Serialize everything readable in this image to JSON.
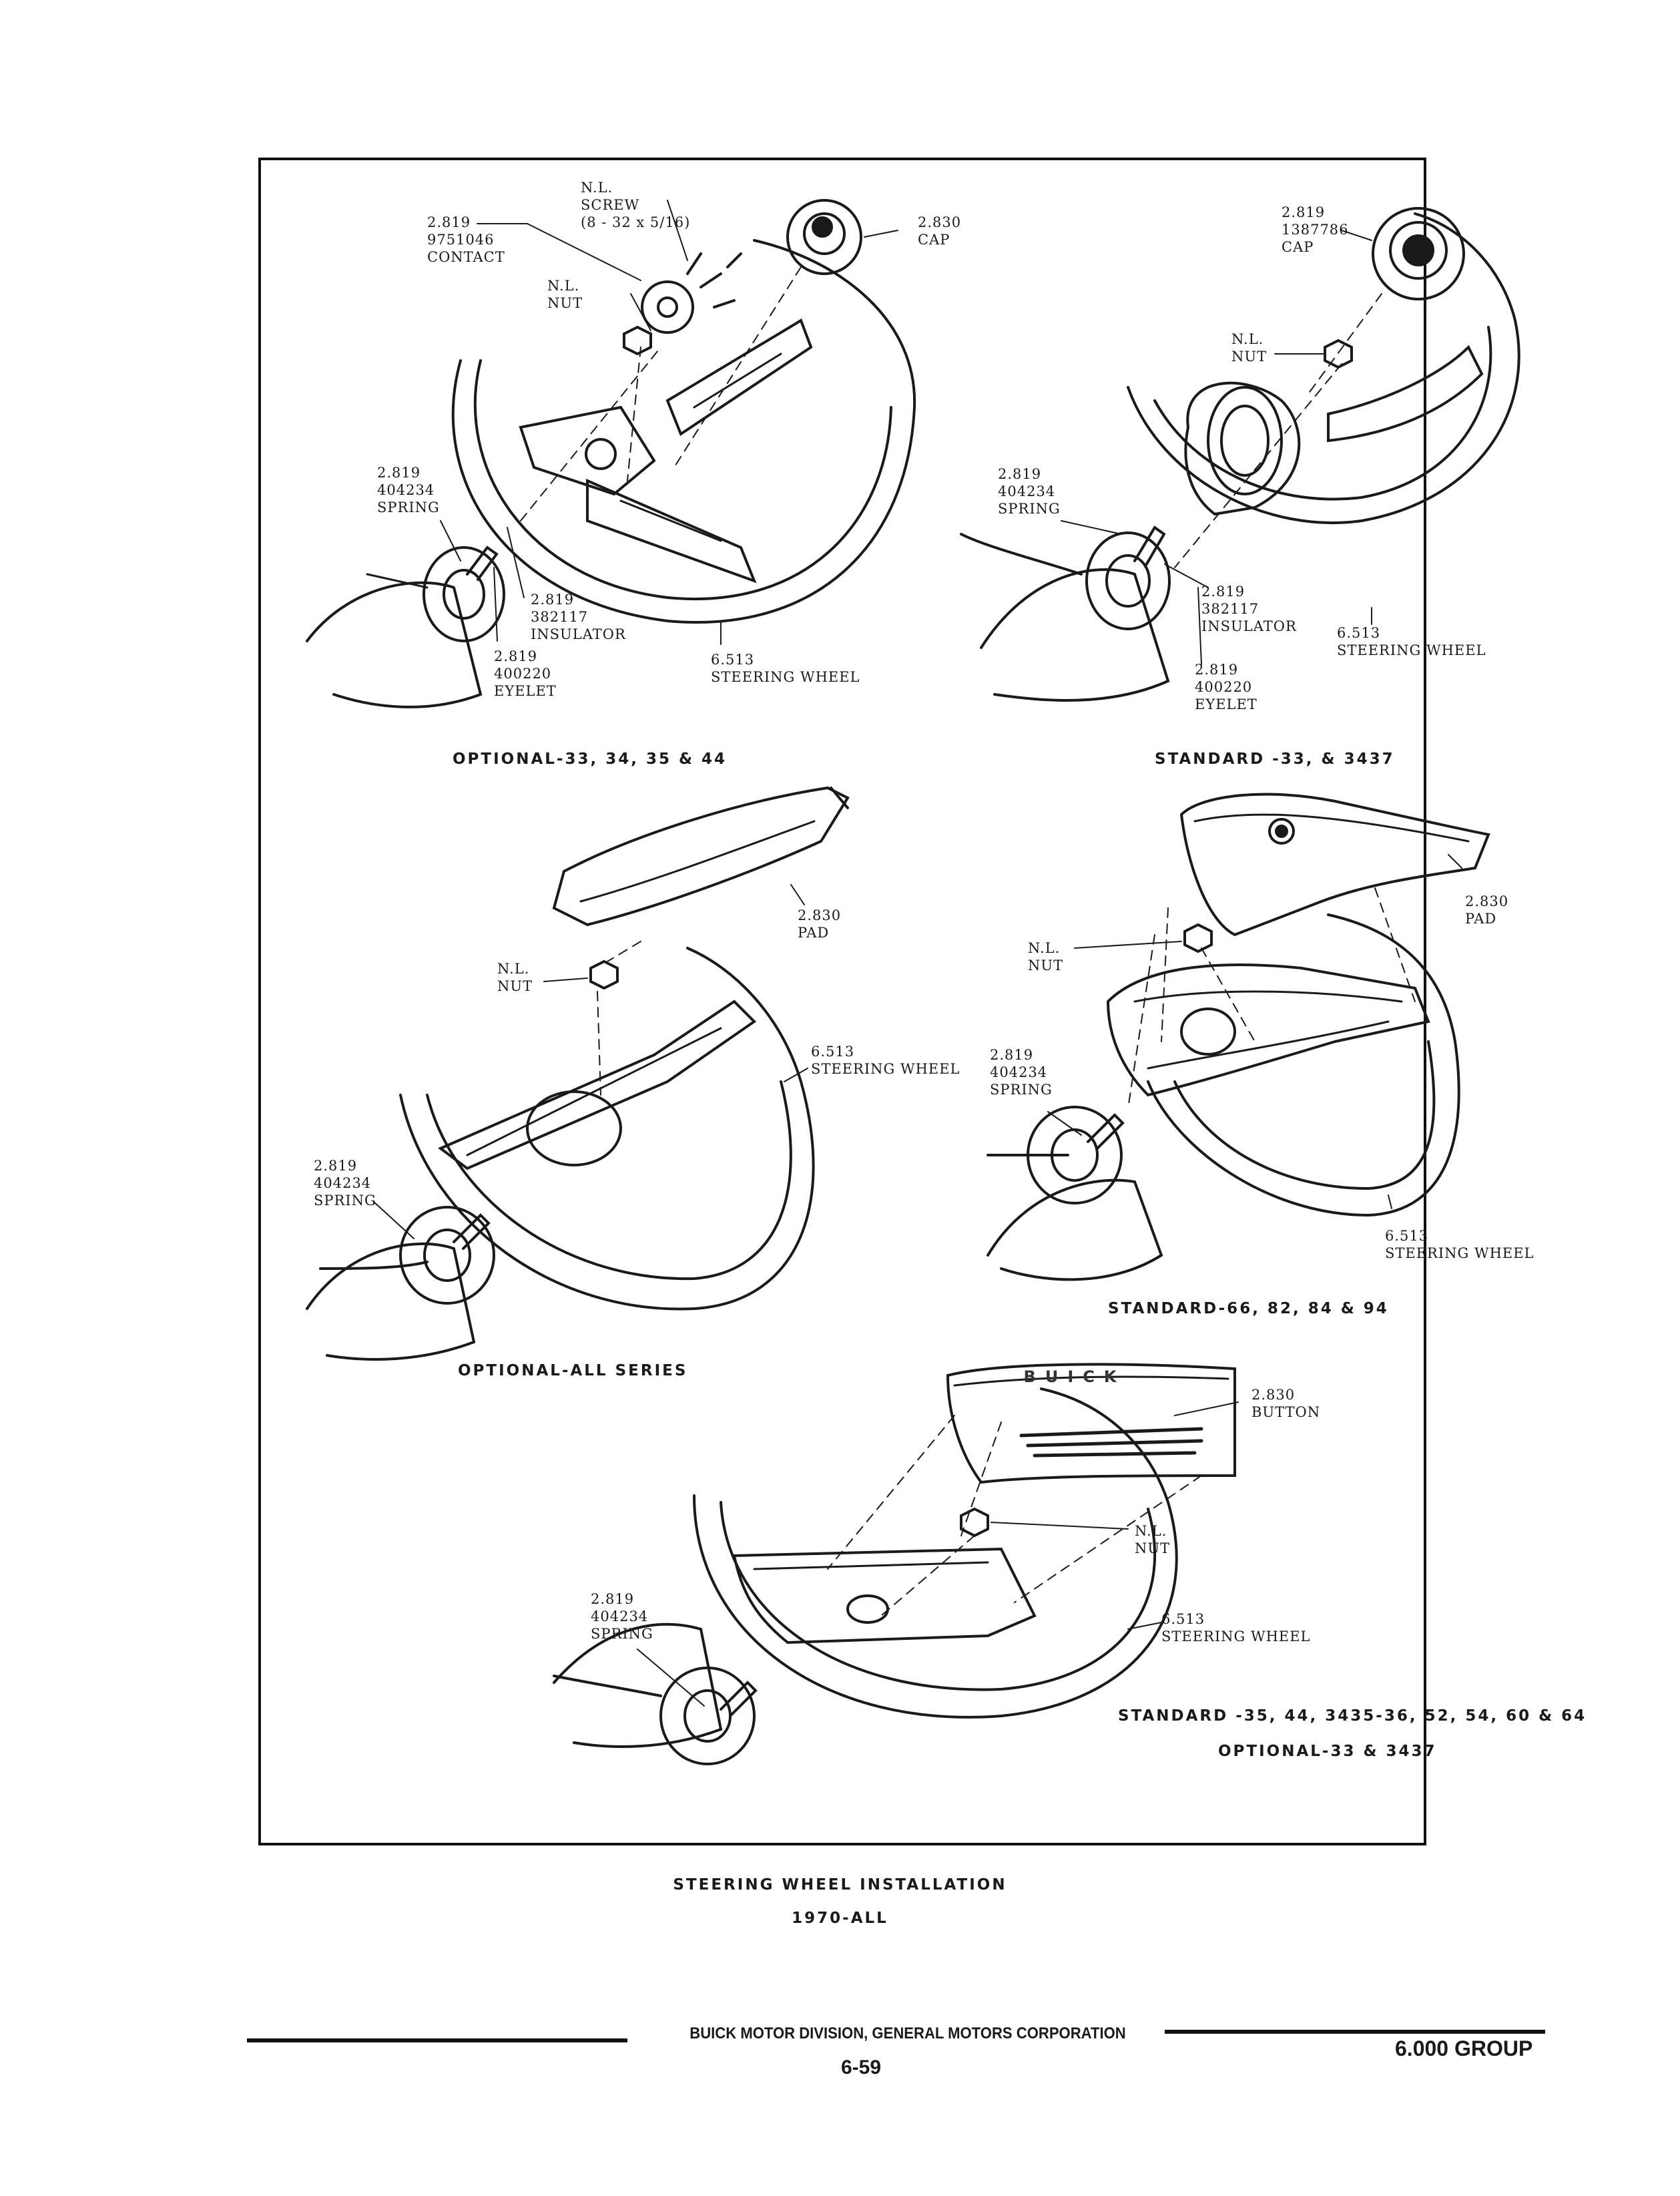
{
  "panels": [
    {
      "caption": "OPTIONAL-33, 34, 35 & 44",
      "labels": [
        {
          "text": "N.L.\nSCREW\n(8 - 32 x 5/16)"
        },
        {
          "text": "2.819\n9751046\nCONTACT"
        },
        {
          "text": "N.L.\nNUT"
        },
        {
          "text": "2.830\nCAP"
        },
        {
          "text": "2.819\n404234\nSPRING"
        },
        {
          "text": "2.819\n382117\nINSULATOR"
        },
        {
          "text": "2.819\n400220\nEYELET"
        },
        {
          "text": "6.513\nSTEERING WHEEL"
        }
      ]
    },
    {
      "caption": "STANDARD -33, & 3437",
      "labels": [
        {
          "text": "2.819\n1387786\nCAP"
        },
        {
          "text": "N.L.\nNUT"
        },
        {
          "text": "2.819\n404234\nSPRING"
        },
        {
          "text": "2.819\n382117\nINSULATOR"
        },
        {
          "text": "6.513\nSTEERING WHEEL"
        },
        {
          "text": "2.819\n400220\nEYELET"
        }
      ]
    },
    {
      "caption": "OPTIONAL-ALL SERIES",
      "labels": [
        {
          "text": "2.830\nPAD"
        },
        {
          "text": "N.L.\nNUT"
        },
        {
          "text": "6.513\nSTEERING WHEEL"
        },
        {
          "text": "2.819\n404234\nSPRING"
        }
      ]
    },
    {
      "caption": "STANDARD-66, 82, 84 & 94",
      "labels": [
        {
          "text": "2.830\nPAD"
        },
        {
          "text": "N.L.\nNUT"
        },
        {
          "text": "2.819\n404234\nSPRING"
        },
        {
          "text": "6.513\nSTEERING WHEEL"
        }
      ]
    },
    {
      "caption": "STANDARD -35, 44, 3435-36, 52, 54, 60 & 64",
      "caption2": "OPTIONAL-33 & 3437",
      "labels": [
        {
          "text": "2.830\nBUTTON"
        },
        {
          "text": "N.L.\nNUT"
        },
        {
          "text": "6.513\nSTEERING WHEEL"
        },
        {
          "text": "2.819\n404234\nSPRING"
        }
      ],
      "button_lettering": "BUICK"
    }
  ],
  "figure_title": "STEERING WHEEL INSTALLATION",
  "figure_subtitle": "1970-ALL",
  "footer": {
    "division": "BUICK MOTOR DIVISION, GENERAL MOTORS CORPORATION",
    "page_number": "6-59",
    "group": "6.000 GROUP"
  }
}
